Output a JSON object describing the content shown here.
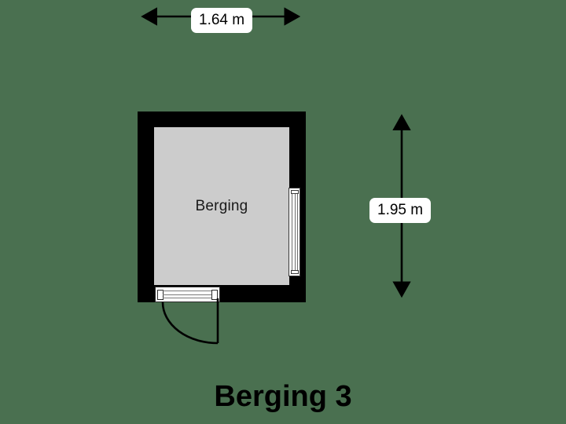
{
  "plan": {
    "title": "Berging 3",
    "room_label": "Berging",
    "background_color": "#4a7050",
    "wall_color": "#000000",
    "floor_color": "#cccccc"
  },
  "dimensions": {
    "top": {
      "value": "1.64 m",
      "orientation": "horizontal",
      "meters": 1.64
    },
    "right": {
      "value": "1.95 m",
      "orientation": "vertical",
      "meters": 1.95
    }
  },
  "features": {
    "window": {
      "name": "window",
      "wall": "right"
    },
    "door": {
      "name": "door",
      "wall": "bottom",
      "swing": "inward-left"
    }
  }
}
